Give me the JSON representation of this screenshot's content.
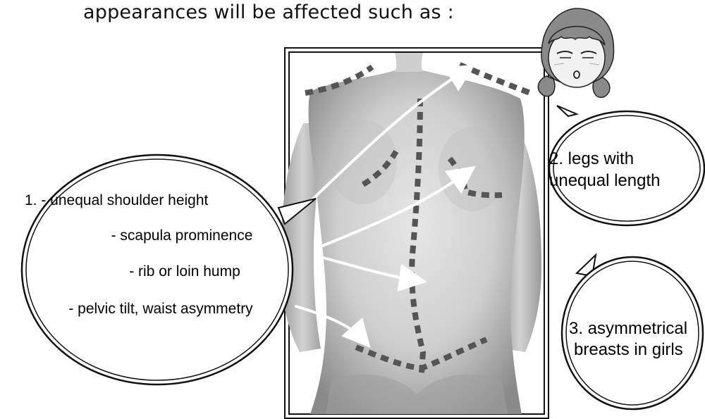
{
  "intro_text": "appearances will be affected such as :",
  "callouts": {
    "group1": {
      "lines": [
        "1. - unequal shoulder height",
        "- scapula prominence",
        "- rib or loin hump",
        "- pelvic tilt, waist asymmetry"
      ]
    },
    "group2": {
      "lines": [
        "2. legs with",
        "unequal length"
      ]
    },
    "group3": {
      "lines": [
        "3. asymmetrical",
        "breasts in girls"
      ]
    }
  },
  "colors": {
    "frame": "#111111",
    "dash": "#555555",
    "arrow": "#ffffff",
    "skin_light": "#e6e6e6",
    "skin_mid": "#bdbdbd",
    "skin_dark": "#8a8a8a"
  },
  "icons": {
    "cartoon": "worried-girl-face-icon"
  }
}
